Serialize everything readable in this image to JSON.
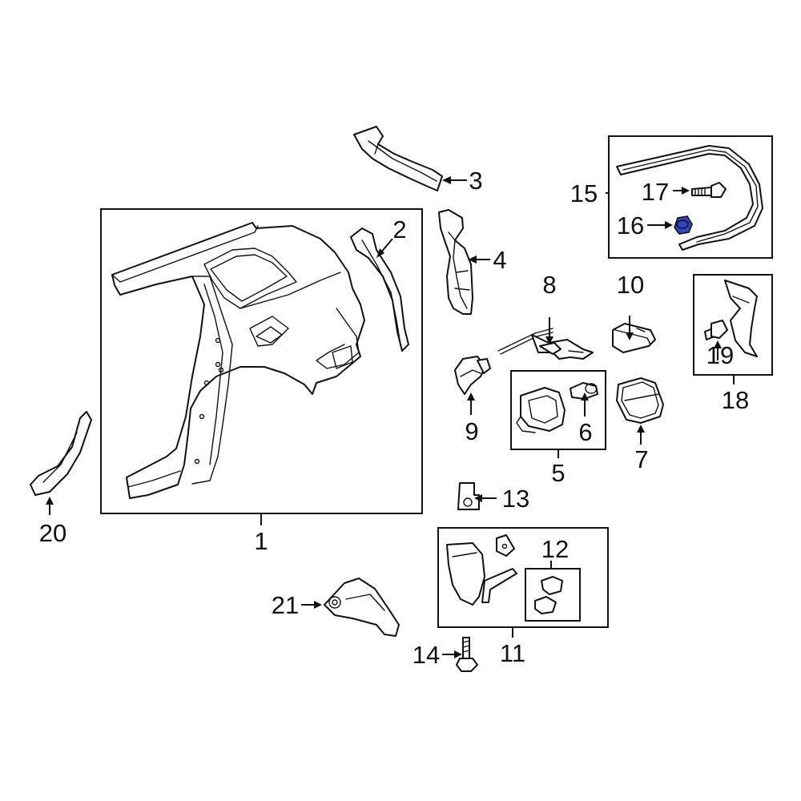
{
  "callouts": {
    "c1": "1",
    "c2": "2",
    "c3": "3",
    "c4": "4",
    "c5": "5",
    "c6": "6",
    "c7": "7",
    "c8": "8",
    "c9": "9",
    "c10": "10",
    "c11": "11",
    "c12": "12",
    "c13": "13",
    "c14": "14",
    "c15": "15",
    "c16": "16",
    "c17": "17",
    "c18": "18",
    "c19": "19",
    "c20": "20",
    "c21": "21"
  },
  "colors": {
    "line": "#111111",
    "highlight": "#2f47c8",
    "background": "#ffffff"
  }
}
